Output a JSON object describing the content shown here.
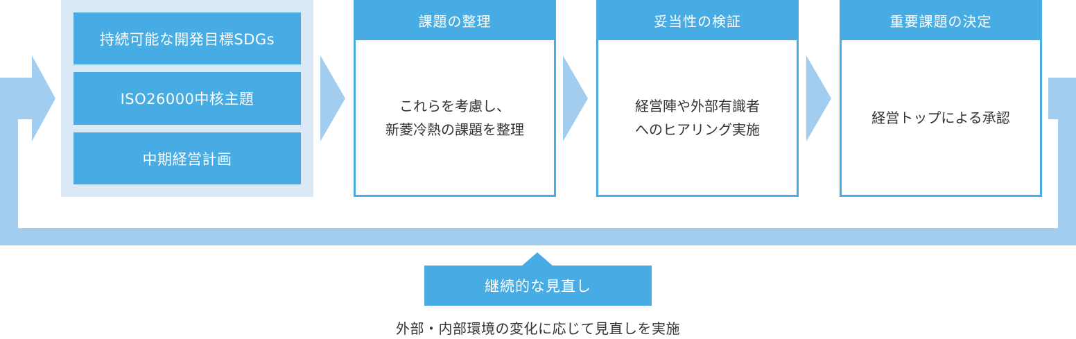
{
  "inputs": {
    "items": [
      {
        "label": "持続可能な開発目標SDGs"
      },
      {
        "label": "ISO26000中核主題"
      },
      {
        "label": "中期経営計画"
      }
    ]
  },
  "steps": [
    {
      "title": "課題の整理",
      "body": "これらを考慮し、\n新菱冷熱の課題を整理"
    },
    {
      "title": "妥当性の検証",
      "body": "経営陣や外部有識者\nへのヒアリング実施"
    },
    {
      "title": "重要課題の決定",
      "body": "経営トップによる承認"
    }
  ],
  "review": {
    "label": "継続的な見直し",
    "note": "外部・内部環境の変化に応じて見直しを実施"
  },
  "colors": {
    "accent": "#47ace3",
    "light": "#a3cdee",
    "panel": "#dbe9f7",
    "text": "#333333"
  }
}
